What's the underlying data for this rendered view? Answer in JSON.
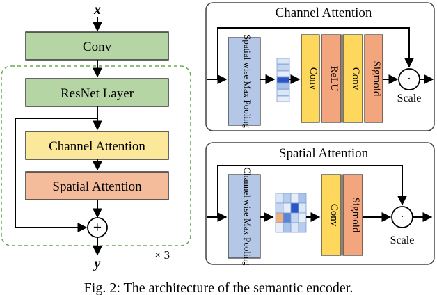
{
  "left": {
    "input_label": "x",
    "output_label": "y",
    "conv": "Conv",
    "resnet": "ResNet Layer",
    "channel_attention": "Channel Attention",
    "spatial_attention": "Spatial Attention",
    "add_symbol": "+",
    "repeat": "× 3"
  },
  "channel_panel": {
    "title": "Channel Attention",
    "pool": "Spatial wise Max Pooling",
    "blocks": [
      "Conv",
      "ReLU",
      "Conv",
      "Sigmoid"
    ],
    "scale": "Scale",
    "dot": "·"
  },
  "spatial_panel": {
    "title": "Spatial Attention",
    "pool": "Channel wise Max Pooling",
    "blocks": [
      "Conv",
      "Sigmoid"
    ],
    "scale": "Scale",
    "dot": "·"
  },
  "caption": "Fig. 2: The architecture of the semantic encoder.",
  "colors": {
    "conv_green": "#b5d5a5",
    "channel_yellow": "#fce89a",
    "spatial_orange": "#f4bc9a",
    "pool_blue": "#b5c7e6",
    "block_yellow": "#fdd85d",
    "block_orange": "#f3a57d",
    "dashed_green": "#6aa84f"
  }
}
